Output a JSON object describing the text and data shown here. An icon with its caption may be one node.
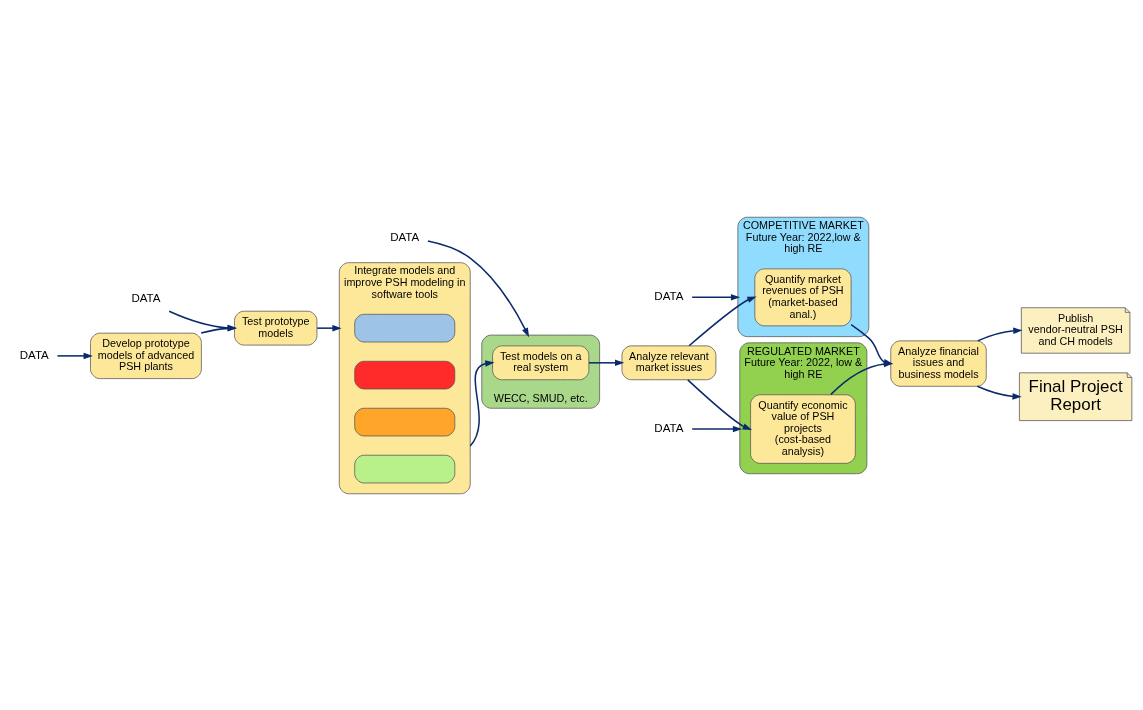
{
  "diagram": {
    "nodes": [
      {
        "text": [
          "Develop prototype models of advanced PSH plants"
        ]
      },
      {
        "text": [
          "DATA"
        ]
      },
      {
        "text": [
          "Test prototype models"
        ]
      },
      {
        "text": [
          "DATA"
        ]
      },
      {
        "text": [
          "Integrate models and improve PSH modeling in software tools"
        ]
      },
      {
        "text": [],
        "shape": "box",
        "in": 4
      },
      {
        "text": [],
        "shape": "box",
        "in": 4
      },
      {
        "text": [],
        "shape": "box",
        "in": 4
      },
      {
        "text": [],
        "shape": "box",
        "in": 4
      },
      {
        "text": [
          "WECC, SMUD, etc."
        ]
      },
      {
        "text": [
          "Test models on a real system"
        ],
        "in": 9
      },
      {
        "text": [
          "DATA"
        ]
      },
      {
        "text": [
          "Analyze relevant market issues"
        ]
      },
      {
        "text": [
          "DATA"
        ]
      },
      {
        "text": [
          "REGULATED MARKET",
          "Future Year: 2022, low & high RE"
        ]
      },
      {
        "text": [
          "Quantify economic value of PSH projects (cost-based analysis)"
        ],
        "in": 14
      },
      {
        "text": [
          "COMPETITIVE MARKET",
          "Future Year: 2022,low & high RE"
        ]
      },
      {
        "text": [
          "Quantify market revenues of PSH (market-based anal.)"
        ],
        "in": 16
      },
      {
        "text": [
          "DATA"
        ]
      },
      {
        "text": [
          "Analyze financial issues and business models"
        ]
      },
      {
        "text": [
          "Publish vendor-neutral PSH and CH models"
        ]
      },
      {
        "text": [
          "Final Project Report"
        ]
      }
    ],
    "edges": [
      {
        "from": 1,
        "to": 0,
        "arrow": "to"
      },
      {
        "from": 0,
        "to": 2,
        "arrow": "to"
      },
      {
        "from": 3,
        "to": 2,
        "arrow": "to"
      },
      {
        "from": 2,
        "to": 4,
        "arrow": "to"
      },
      {
        "from": 4,
        "to": 10,
        "arrow": "to"
      },
      {
        "from": 11,
        "to": 9,
        "arrow": "to"
      },
      {
        "from": 10,
        "to": 12,
        "arrow": "to"
      },
      {
        "from": 12,
        "to": 15,
        "arrow": "to"
      },
      {
        "from": 12,
        "to": 17,
        "arrow": "to"
      },
      {
        "from": 13,
        "to": 14,
        "arrow": "to"
      },
      {
        "from": 15,
        "to": 19,
        "arrow": "to"
      },
      {
        "from": 17,
        "to": 19,
        "arrow": "to"
      },
      {
        "from": 18,
        "to": 16,
        "arrow": "to"
      },
      {
        "from": 19,
        "to": 20,
        "arrow": "to"
      },
      {
        "from": 19,
        "to": 21,
        "arrow": "to"
      }
    ]
  }
}
